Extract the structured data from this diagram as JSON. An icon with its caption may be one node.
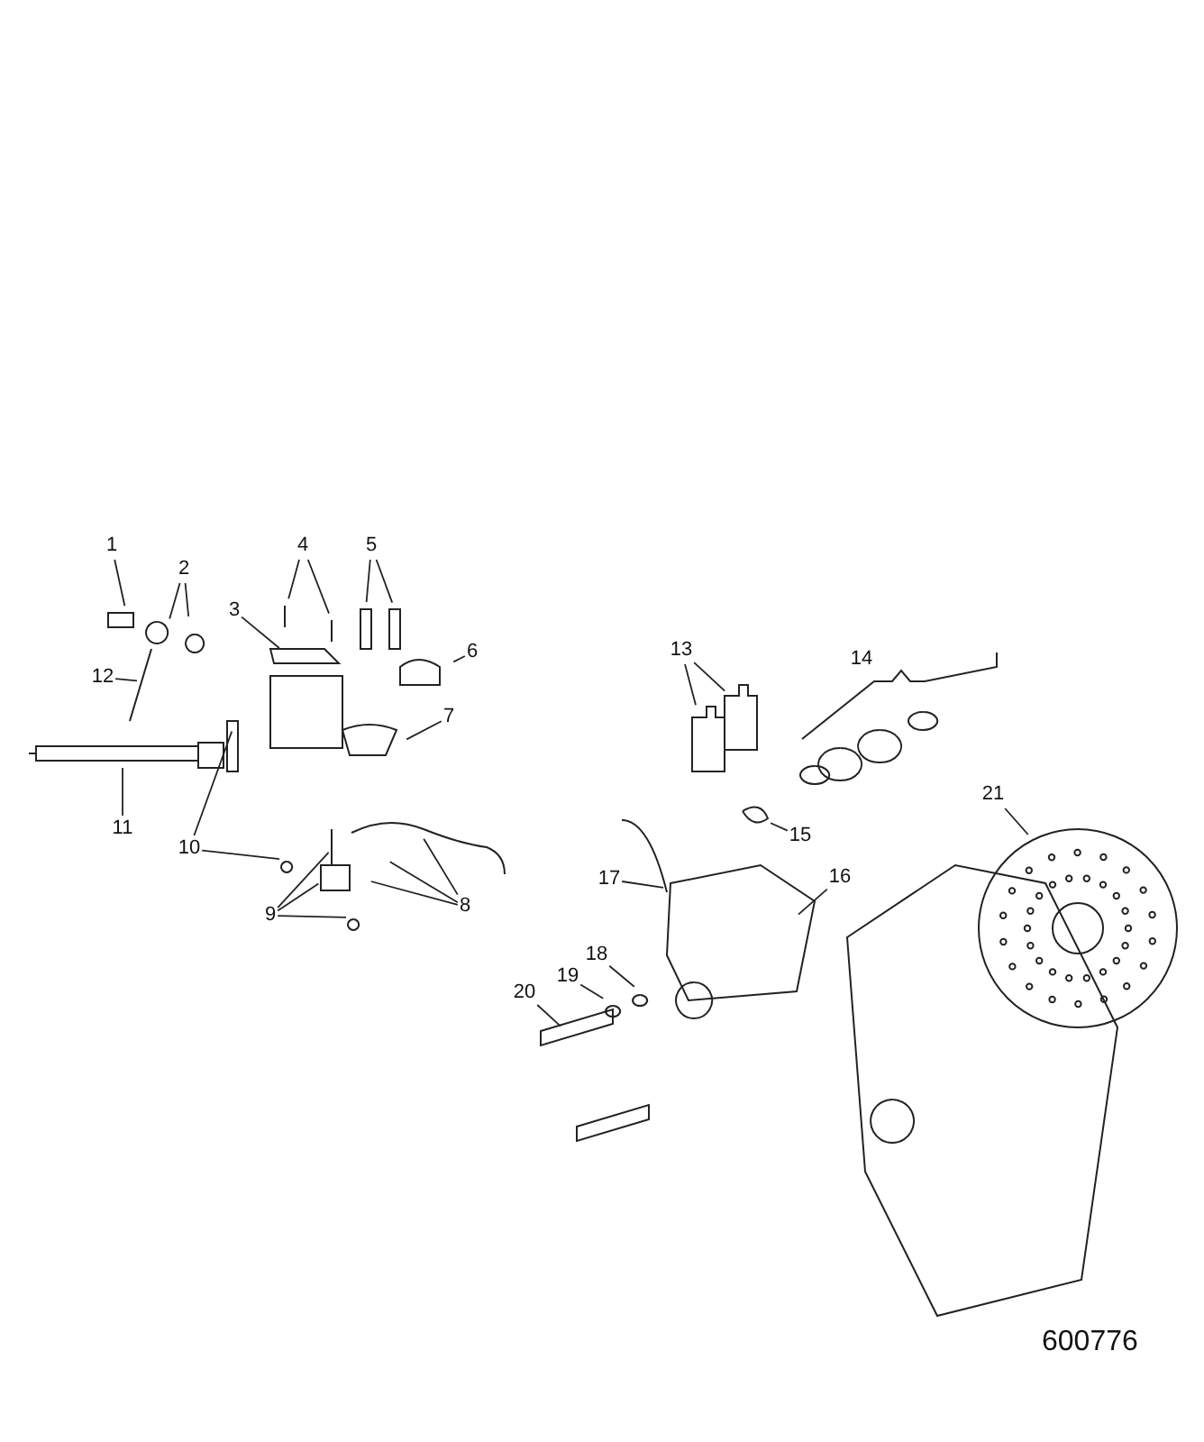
{
  "diagram": {
    "nodes": [
      {
        "text": [
          "1"
        ]
      },
      {
        "text": [
          "2"
        ]
      },
      {
        "text": [
          "3"
        ]
      },
      {
        "text": [
          "4"
        ]
      },
      {
        "text": [
          "5"
        ]
      },
      {
        "text": [
          "6"
        ]
      },
      {
        "text": [
          "7"
        ]
      },
      {
        "text": [
          "8"
        ]
      },
      {
        "text": [
          "9"
        ]
      },
      {
        "text": [
          "10"
        ]
      },
      {
        "text": [
          "11"
        ]
      },
      {
        "text": [
          "12"
        ]
      },
      {
        "text": [
          "13"
        ]
      },
      {
        "text": [
          "14"
        ]
      },
      {
        "text": [
          "15"
        ]
      },
      {
        "text": [
          "16"
        ]
      },
      {
        "text": [
          "17"
        ]
      },
      {
        "text": [
          "18"
        ]
      },
      {
        "text": [
          "19"
        ]
      },
      {
        "text": [
          "20"
        ]
      },
      {
        "text": [
          "21"
        ]
      }
    ],
    "edges": [
      {
        "from": 0,
        "to": null,
        "arrow": "none"
      },
      {
        "from": 1,
        "to": null,
        "arrow": "none"
      },
      {
        "from": 1,
        "to": null,
        "arrow": "none"
      },
      {
        "from": 2,
        "to": null,
        "arrow": "none"
      },
      {
        "from": 3,
        "to": null,
        "arrow": "none"
      },
      {
        "from": 3,
        "to": null,
        "arrow": "none"
      },
      {
        "from": 4,
        "to": null,
        "arrow": "none"
      },
      {
        "from": 4,
        "to": null,
        "arrow": "none"
      },
      {
        "from": 5,
        "to": null,
        "arrow": "none"
      },
      {
        "from": 6,
        "to": null,
        "arrow": "none"
      },
      {
        "from": 7,
        "to": null,
        "arrow": "none"
      },
      {
        "from": 7,
        "to": null,
        "arrow": "none"
      },
      {
        "from": 7,
        "to": null,
        "arrow": "none"
      },
      {
        "from": 8,
        "to": null,
        "arrow": "none"
      },
      {
        "from": 8,
        "to": null,
        "arrow": "none"
      },
      {
        "from": 8,
        "to": null,
        "arrow": "none"
      },
      {
        "from": 9,
        "to": null,
        "arrow": "none"
      },
      {
        "from": 9,
        "to": null,
        "arrow": "none"
      },
      {
        "from": 10,
        "to": null,
        "arrow": "none"
      },
      {
        "from": 11,
        "to": null,
        "arrow": "none"
      },
      {
        "from": 12,
        "to": null,
        "arrow": "none"
      },
      {
        "from": 12,
        "to": null,
        "arrow": "none"
      },
      {
        "from": 14,
        "to": null,
        "arrow": "none"
      },
      {
        "from": 15,
        "to": null,
        "arrow": "none"
      },
      {
        "from": 16,
        "to": null,
        "arrow": "none"
      },
      {
        "from": 17,
        "to": null,
        "arrow": "none"
      },
      {
        "from": 18,
        "to": null,
        "arrow": "none"
      },
      {
        "from": 19,
        "to": null,
        "arrow": "none"
      },
      {
        "from": 20,
        "to": null,
        "arrow": "none"
      }
    ],
    "labels": [
      "600776"
    ]
  }
}
